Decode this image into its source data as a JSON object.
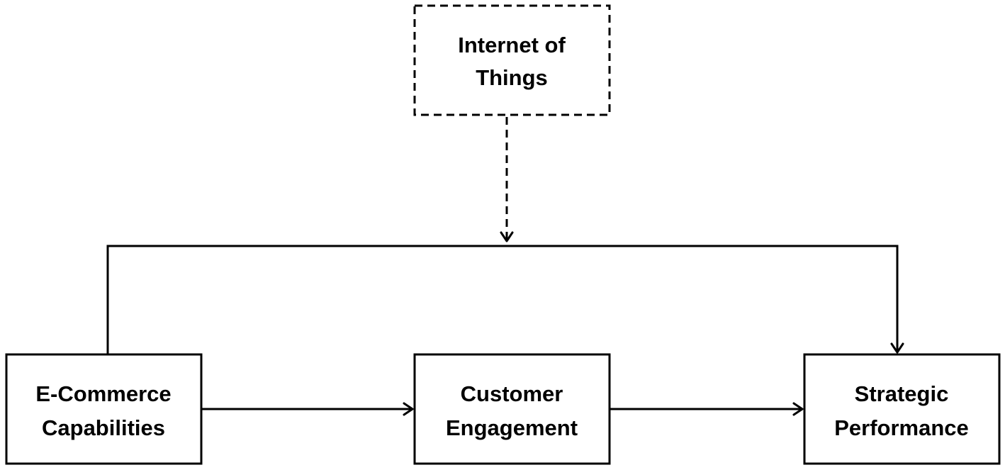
{
  "diagram": {
    "nodes": {
      "internet_of_things": {
        "line1": "Internet of",
        "line2": "Things"
      },
      "ecommerce_capabilities": {
        "line1": "E-Commerce",
        "line2": "Capabilities"
      },
      "customer_engagement": {
        "line1": "Customer",
        "line2": "Engagement"
      },
      "strategic_performance": {
        "line1": "Strategic",
        "line2": "Performance"
      }
    }
  }
}
